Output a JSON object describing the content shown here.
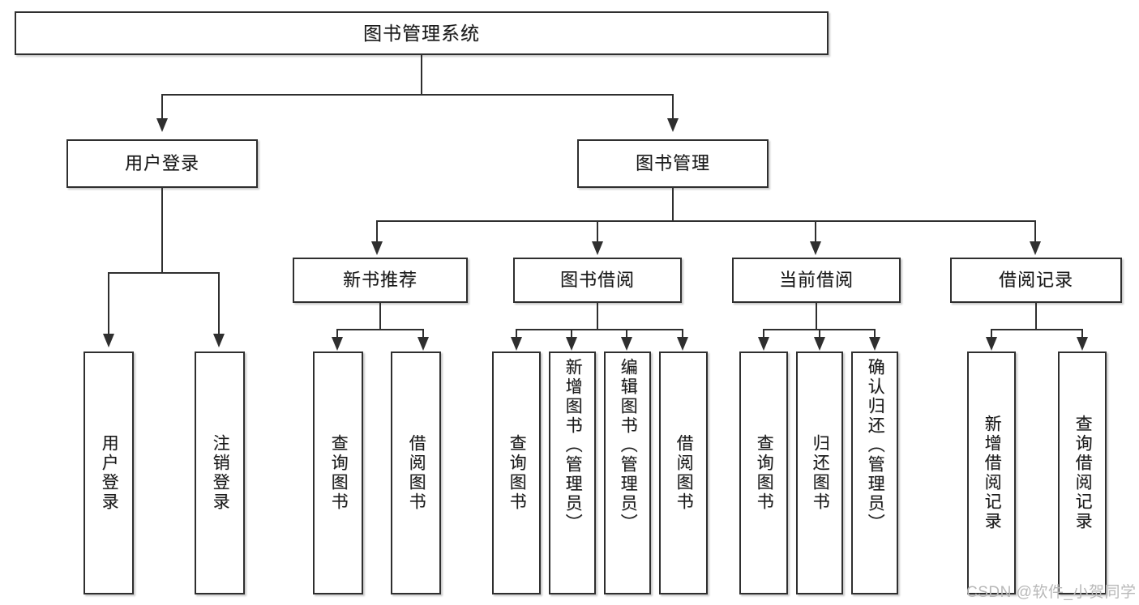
{
  "diagram": {
    "title": "图书管理系统",
    "type": "tree",
    "root": {
      "label": "图书管理系统"
    },
    "level1": [
      {
        "label": "用户登录"
      },
      {
        "label": "图书管理"
      }
    ],
    "level2": [
      {
        "label": "新书推荐"
      },
      {
        "label": "图书借阅"
      },
      {
        "label": "当前借阅"
      },
      {
        "label": "借阅记录"
      }
    ],
    "leaves": [
      {
        "label": "用户登录"
      },
      {
        "label": "注销登录"
      },
      {
        "label": "查询图书"
      },
      {
        "label": "借阅图书"
      },
      {
        "label": "查询图书"
      },
      {
        "label": "新增图书（管理员）"
      },
      {
        "label": "编辑图书（管理员）"
      },
      {
        "label": "借阅图书"
      },
      {
        "label": "查询图书"
      },
      {
        "label": "归还图书"
      },
      {
        "label": "确认归还（管理员）"
      },
      {
        "label": "新增借阅记录"
      },
      {
        "label": "查询借阅记录"
      }
    ]
  },
  "watermark": {
    "text": "CSDN @软件_小贺同学"
  },
  "colors": {
    "stroke": "#2f2f2f",
    "text": "#1a1a1a",
    "background": "#ffffff",
    "watermark": "#b8b8b8"
  }
}
